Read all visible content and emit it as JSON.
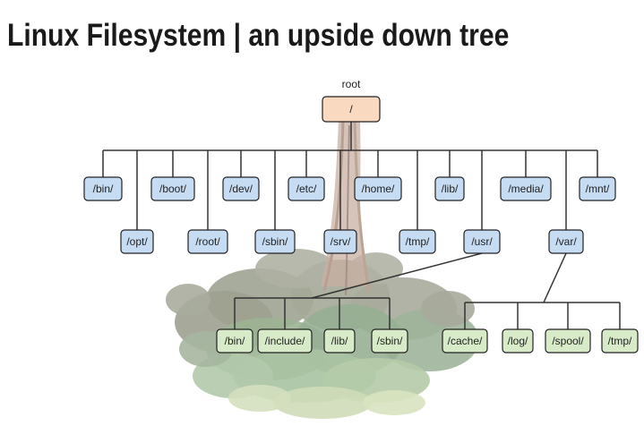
{
  "title": "Linux Filesystem | an upside down tree",
  "root": {
    "caption": "root",
    "label": "/"
  },
  "top_row": [
    "/bin/",
    "/boot/",
    "/dev/",
    "/etc/",
    "/home/",
    "/lib/",
    "/media/",
    "/mnt/"
  ],
  "second_row": [
    "/opt/",
    "/root/",
    "/sbin/",
    "/srv/",
    "/tmp/",
    "/usr/",
    "/var/"
  ],
  "usr_children": [
    "/bin/",
    "/include/",
    "/lib/",
    "/sbin/"
  ],
  "var_children": [
    "/cache/",
    "/log/",
    "/spool/",
    "/tmp/"
  ],
  "colors": {
    "root_fill": "#f9d9bf",
    "dir_fill": "#c6dcf2",
    "leaf_fill": "#d8ebc8",
    "line": "#333333",
    "canopy": "#a9ad9d",
    "trunk": "#c8b0a3"
  }
}
